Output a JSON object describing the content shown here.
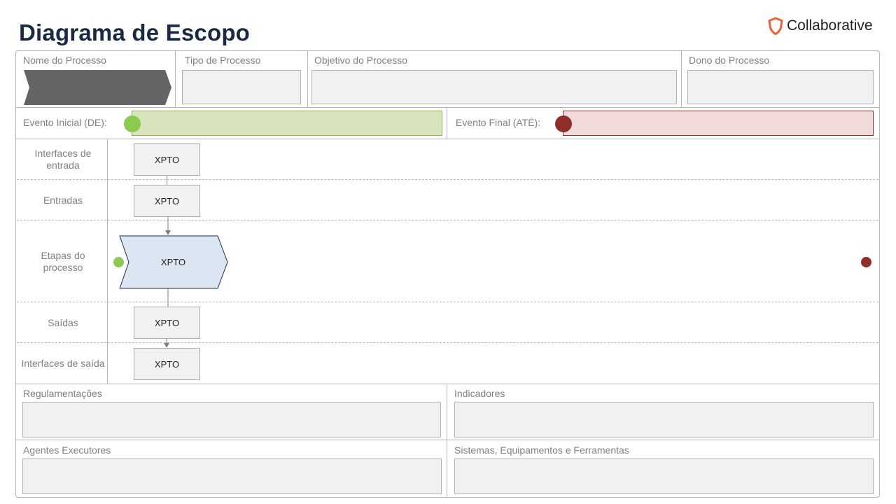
{
  "header": {
    "title": "Diagrama de Escopo",
    "logo_text": "Collaborative",
    "logo_color": "#e8643a"
  },
  "top_fields": {
    "process_name": "Nome do Processo",
    "process_type": "Tipo de Processo",
    "process_objective": "Objetivo do Processo",
    "process_owner": "Dono do Processo"
  },
  "events": {
    "start_label": "Evento Inicial (DE):",
    "end_label": "Evento Final (ATÉ):",
    "start_color": "#8cc94f",
    "end_color": "#8e2f2c",
    "start_fill": "#d7e4bd",
    "end_fill": "#f2dcdb"
  },
  "lanes": {
    "input_interfaces": "Interfaces de entrada",
    "inputs": "Entradas",
    "process_steps": "Etapas do processo",
    "outputs": "Saídas",
    "output_interfaces": "Interfaces de saída"
  },
  "nodes": {
    "input_interface": "XPTO",
    "input": "XPTO",
    "step": "XPTO",
    "output": "XPTO",
    "output_interface": "XPTO",
    "step_fill": "#dce6f2"
  },
  "bottom_fields": {
    "regulations": "Regulamentações",
    "indicators": "Indicadores",
    "agents": "Agentes Executores",
    "systems": "Sistemas, Equipamentos e Ferramentas"
  }
}
